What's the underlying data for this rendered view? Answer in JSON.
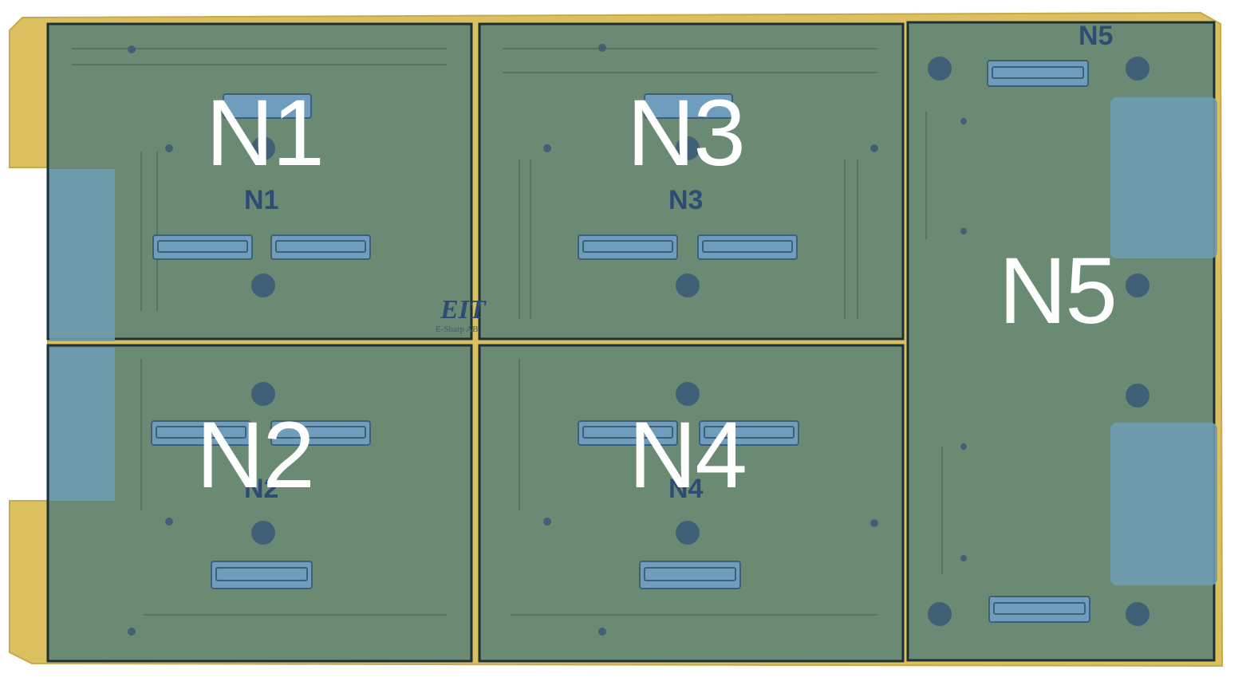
{
  "colors": {
    "board_gold": "#dcc060",
    "board_green": "#6a8a73",
    "region_border": "#1d2f37",
    "connector_blue": "#6f9dbe",
    "cutout_blue": "#6f9cb1",
    "mount_hole": "#3f6077",
    "label_white": "#ffffff"
  },
  "regions": [
    {
      "id": "N1",
      "big_label": "N1",
      "silkscreen_label": "N1"
    },
    {
      "id": "N2",
      "big_label": "N2",
      "silkscreen_label": "N2"
    },
    {
      "id": "N3",
      "big_label": "N3",
      "silkscreen_label": "N3"
    },
    {
      "id": "N4",
      "big_label": "N4",
      "silkscreen_label": "N4"
    },
    {
      "id": "N5",
      "big_label": "N5",
      "silkscreen_label": "N5"
    }
  ],
  "logo": {
    "mark": "EIT",
    "sub": "E-Sharp AB"
  }
}
